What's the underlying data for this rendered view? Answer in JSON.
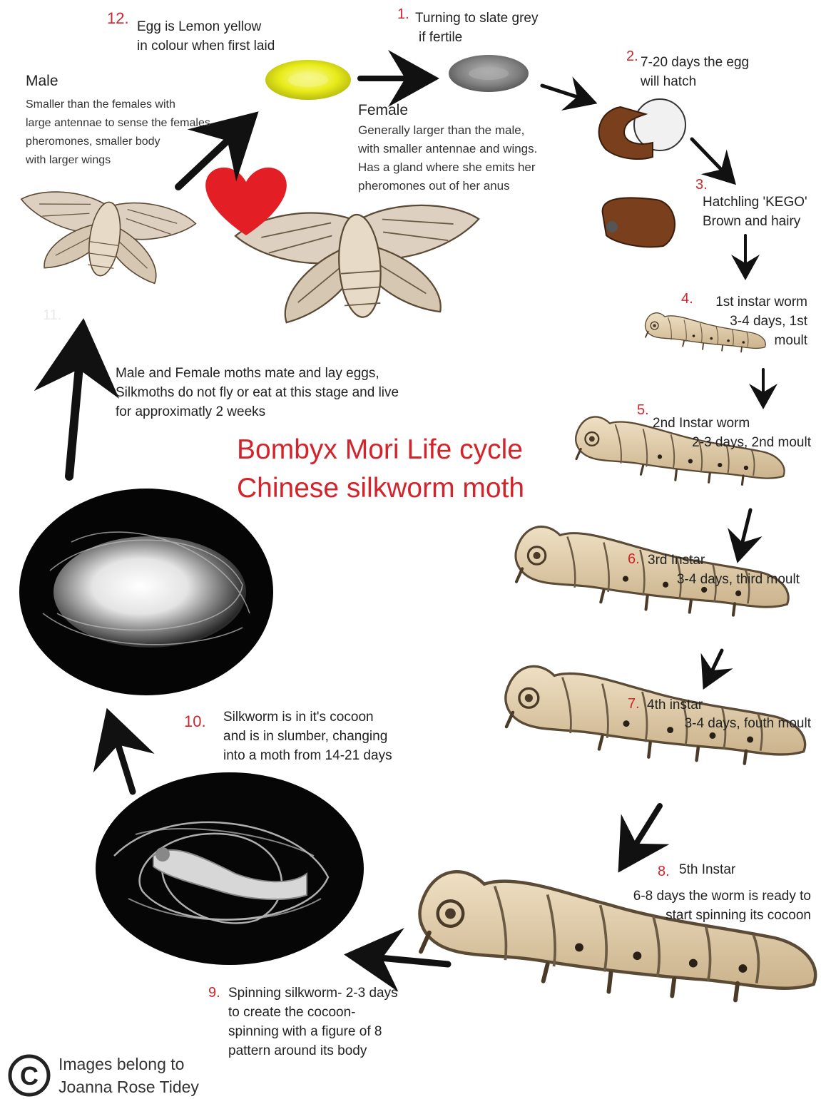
{
  "title": {
    "line1": "Bombyx Mori Life cycle",
    "line2": "Chinese silkworm moth"
  },
  "stages": [
    {
      "num": "1.",
      "lines": [
        "Turning to slate grey",
        "if fertile"
      ]
    },
    {
      "num": "2.",
      "lines": [
        "7-20 days the egg",
        "will hatch"
      ]
    },
    {
      "num": "3.",
      "lines": [
        "Hatchling 'KEGO'",
        "Brown and hairy"
      ]
    },
    {
      "num": "4.",
      "lines": [
        "1st instar worm",
        "3-4 days, 1st",
        "moult"
      ]
    },
    {
      "num": "5.",
      "lines": [
        "2nd Instar worm",
        "2-3 days, 2nd moult"
      ]
    },
    {
      "num": "6.",
      "lines": [
        "3rd Instar",
        "3-4 days, third moult"
      ]
    },
    {
      "num": "7.",
      "lines": [
        "4th instar",
        "3-4 days, fouth moult"
      ]
    },
    {
      "num": "8.",
      "lines": [
        "5th Instar",
        "6-8 days the worm is ready to",
        "start spinning its cocoon"
      ]
    },
    {
      "num": "9.",
      "lines": [
        "Spinning silkworm- 2-3 days",
        "to create the cocoon-",
        "spinning with a figure of 8",
        "pattern around its body"
      ]
    },
    {
      "num": "10.",
      "lines": [
        "Silkworm is in it's cocoon",
        "and is in slumber, changing",
        "into a moth from 14-21 days"
      ]
    },
    {
      "num": "11.",
      "lines": [
        "Male and Female moths mate and lay eggs,",
        "Silkmoths do not fly or eat at this stage and live",
        "for approximatly 2 weeks"
      ]
    },
    {
      "num": "12.",
      "lines": [
        "Egg is Lemon yellow",
        "in colour when first laid"
      ]
    }
  ],
  "male": {
    "heading": "Male",
    "lines": [
      "Smaller than the females with",
      "large antennae to sense the females",
      "pheromones, smaller body",
      "with larger wings"
    ]
  },
  "female": {
    "heading": "Female",
    "lines": [
      "Generally larger than the male,",
      "with smaller antennae and wings.",
      "Has a gland where she emits her",
      "pheromones out of her anus"
    ]
  },
  "credit": {
    "symbol": "C",
    "lines": [
      "Images belong to",
      "Joanna Rose Tidey"
    ]
  },
  "colors": {
    "accent_red": "#d3242b",
    "egg_yellow": "#e9ec1a",
    "egg_grey": "#8a8a8a",
    "worm_body": "#e6d3b3",
    "hatchling_brown": "#7a3f1c",
    "arrow": "#111111"
  },
  "icons": [
    "heart-icon",
    "copyright-icon",
    "arrow-icon"
  ]
}
